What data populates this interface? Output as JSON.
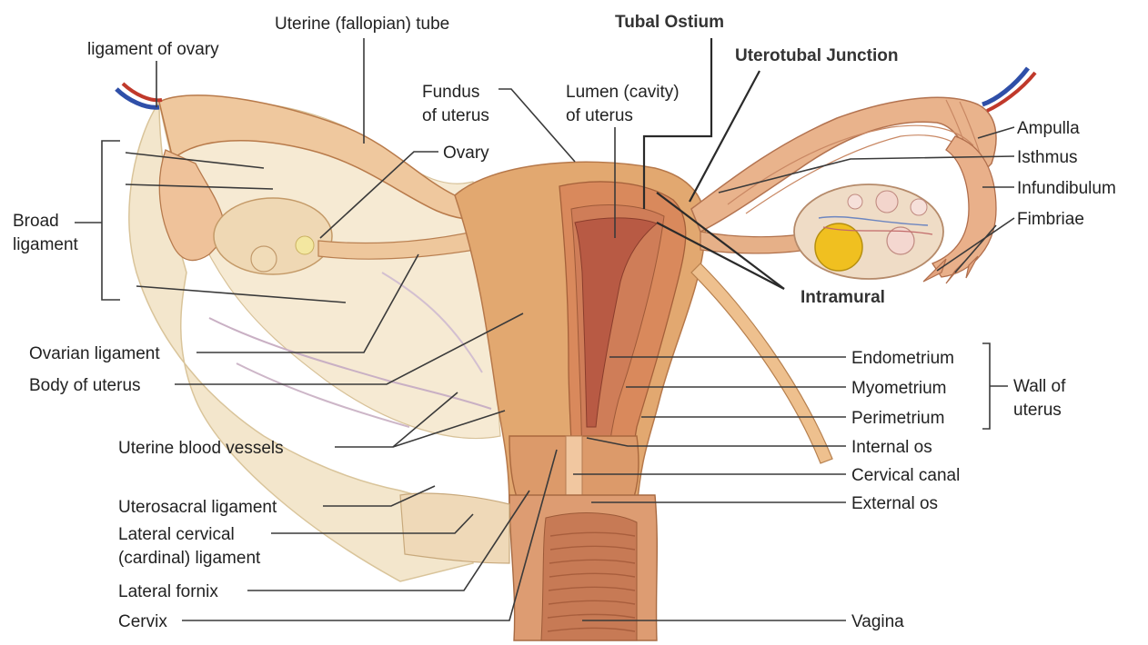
{
  "labels": {
    "ligament_of_ovary": "ligament of ovary",
    "uterine_tube": "Uterine (fallopian) tube",
    "tubal_ostium": "Tubal Ostium",
    "uterotubal_junction": "Uterotubal Junction",
    "fundus_1": "Fundus",
    "fundus_2": "of uterus",
    "lumen_1": "Lumen (cavity)",
    "lumen_2": "of uterus",
    "ovary": "Ovary",
    "ampulla": "Ampulla",
    "isthmus": "Isthmus",
    "infundibulum": "Infundibulum",
    "fimbriae": "Fimbriae",
    "broad_1": "Broad",
    "broad_2": "ligament",
    "intramural": "Intramural",
    "ovarian_ligament": "Ovarian ligament",
    "body_of_uterus": "Body of uterus",
    "endometrium": "Endometrium",
    "myometrium": "Myometrium",
    "perimetrium": "Perimetrium",
    "wall_1": "Wall of",
    "wall_2": "uterus",
    "uterine_blood_vessels": "Uterine blood vessels",
    "internal_os": "Internal os",
    "uterosacral_ligament": "Uterosacral ligament",
    "cervical_canal": "Cervical canal",
    "external_os": "External os",
    "lateral_cervical_1": "Lateral cervical",
    "lateral_cervical_2": "(cardinal) ligament",
    "lateral_fornix": "Lateral fornix",
    "cervix": "Cervix",
    "vagina": "Vagina"
  },
  "colors": {
    "broad_ligament": "#f3e6cc",
    "uterus_outer": "#e2a870",
    "uterus_wall": "#d9895c",
    "uterine_cavity": "#b85a44",
    "ovary": "#efd6b4",
    "follicle": "#f0c020",
    "vein": "#2f4fa8",
    "artery": "#c0392b",
    "vagina_inner": "#c77a55"
  }
}
